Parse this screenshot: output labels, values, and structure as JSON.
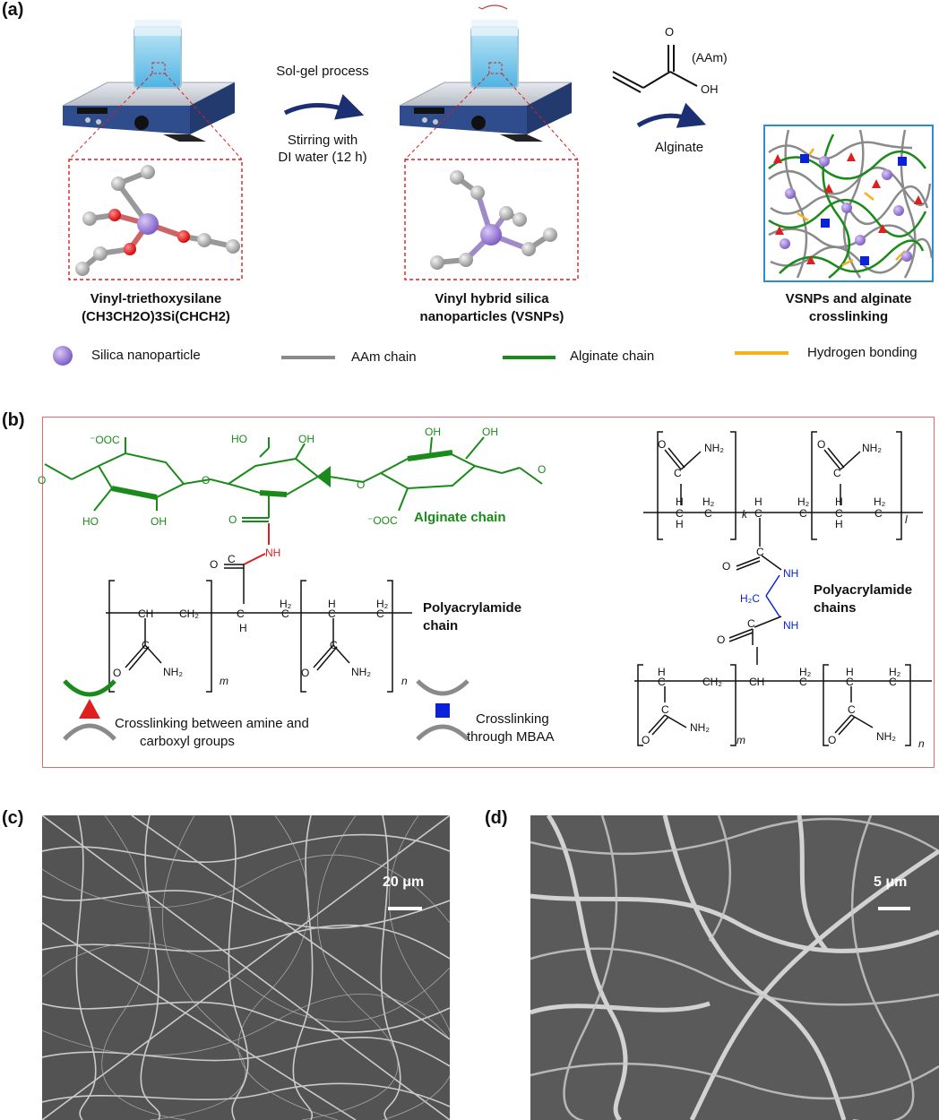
{
  "panels": {
    "a": "(a)",
    "b": "(b)",
    "c": "(c)",
    "d": "(d)"
  },
  "panel_a": {
    "process_top": "Sol-gel process",
    "process_bottom_1": "Stirring with",
    "process_bottom_2": "DI water (12 h)",
    "aam_label": "(AAm)",
    "oh_label": "OH",
    "o_label": "O",
    "alginate_arrow": "Alginate",
    "left_caption_1": "Vinyl-triethoxysilane",
    "left_caption_2": "(CH3CH2O)3Si(CHCH2)",
    "mid_caption_1": "Vinyl hybrid silica",
    "mid_caption_2": "nanoparticles (VSNPs)",
    "right_caption_1": "VSNPs and alginate",
    "right_caption_2": "crosslinking"
  },
  "legend": {
    "silica": "Silica nanoparticle",
    "aam": "AAm chain",
    "alginate": "Alginate chain",
    "hbond": "Hydrogen bonding"
  },
  "panel_b": {
    "alginate_chain": "Alginate chain",
    "pam_chain_1": "Polyacrylamide",
    "pam_chain_2": "chain",
    "pam_chains_1": "Polyacrylamide",
    "pam_chains_2": "chains",
    "crosslink_amine_1": "Crosslinking between amine and",
    "crosslink_amine_2": "carboxyl groups",
    "crosslink_mbaa_1": "Crosslinking",
    "crosslink_mbaa_2": "through MBAA"
  },
  "panel_c": {
    "scale": "20 μm"
  },
  "panel_d": {
    "scale": "5 μm"
  },
  "colors": {
    "alginate_green": "#1a8a1a",
    "aam_gray": "#8a8a8a",
    "hbond_orange": "#f5b21c",
    "silica_purple": "#9b7fd4",
    "crosslink_red": "#dd1f1f",
    "mbaa_blue": "#0b22d8",
    "frame_red": "#e06a6a",
    "box_blue": "#2a8fd0"
  }
}
